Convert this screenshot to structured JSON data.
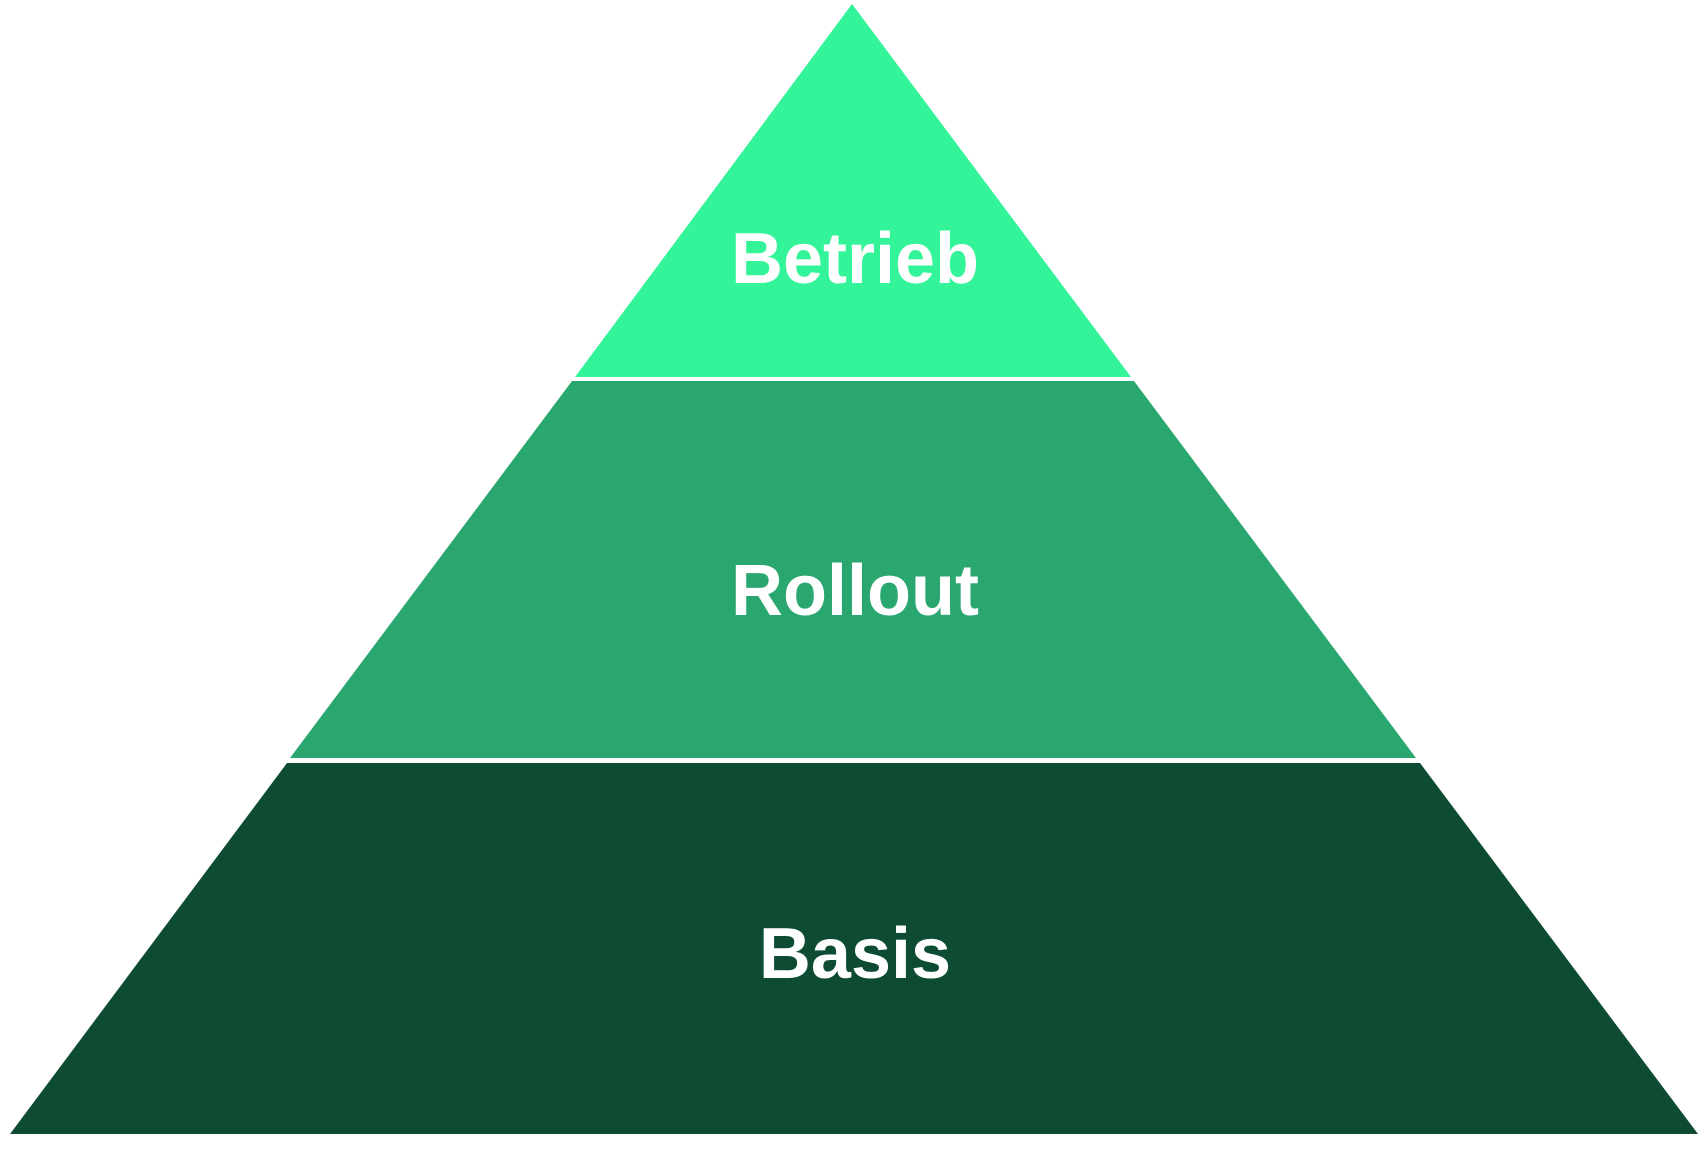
{
  "diagram": {
    "type": "pyramid",
    "background_color": "#FFFFFF",
    "text_color": "#FFFFFF",
    "divider_color": "#FFFFFF",
    "layers": [
      {
        "label": "Betrieb",
        "color": "#33F498",
        "position": "top"
      },
      {
        "label": "Rollout",
        "color": "#2AA76E",
        "position": "middle"
      },
      {
        "label": "Basis",
        "color": "#0D4C33",
        "position": "bottom"
      }
    ]
  }
}
